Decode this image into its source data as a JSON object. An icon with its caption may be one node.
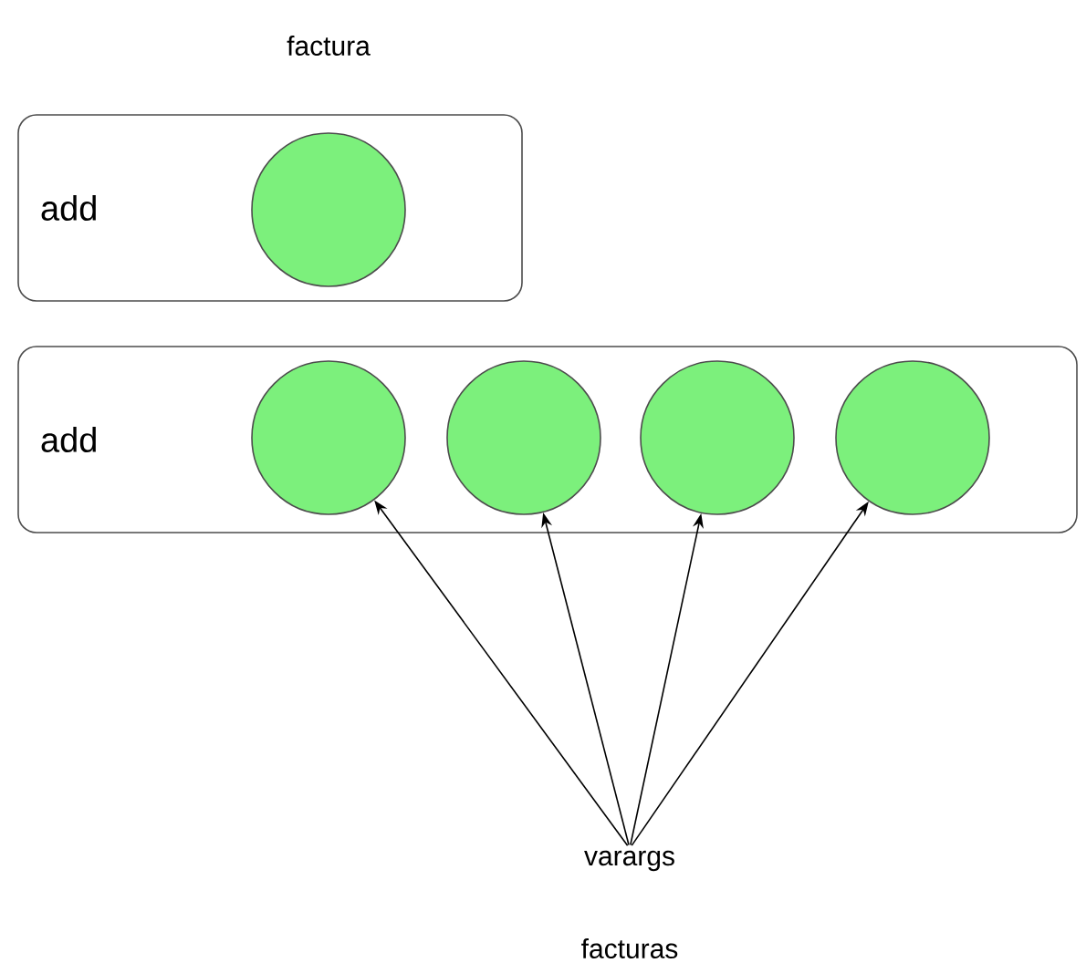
{
  "diagram": {
    "nodes": [
      {
        "text": [
          "add"
        ]
      },
      {
        "text": [],
        "shape": "circle",
        "in": 0
      },
      {
        "text": [
          "add"
        ]
      },
      {
        "text": [],
        "shape": "circle",
        "in": 2
      },
      {
        "text": [],
        "shape": "circle",
        "in": 2
      },
      {
        "text": [],
        "shape": "circle",
        "in": 2
      },
      {
        "text": [],
        "shape": "circle",
        "in": 2
      },
      {
        "text": [
          "varargs"
        ]
      }
    ],
    "edges": [
      {
        "from": 7,
        "to": 3,
        "arrow": "to"
      },
      {
        "from": 7,
        "to": 4,
        "arrow": "to"
      },
      {
        "from": 7,
        "to": 5,
        "arrow": "to"
      },
      {
        "from": 7,
        "to": 6,
        "arrow": "to"
      }
    ],
    "labels": [
      "factura",
      "facturas"
    ]
  }
}
